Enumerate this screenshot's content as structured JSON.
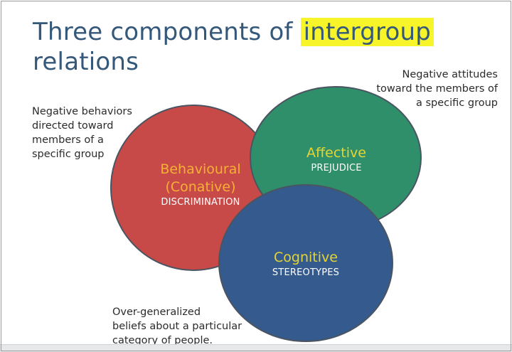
{
  "slide": {
    "title_prefix": "Three components of ",
    "title_highlight": "intergroup",
    "title_suffix": "relations"
  },
  "notes": {
    "behavioral": "Negative behaviors\ndirected toward\nmembers of a\nspecific group",
    "affective": "Negative attitudes\ntoward the members of\na specific group",
    "cognitive": "Over-generalized\nbeliefs about a particular\ncategory of people."
  },
  "circles": {
    "behavioural": {
      "name_line1": "Behavioural",
      "name_line2": "(Conative)",
      "sub": "DISCRIMINATION",
      "color": "#c84a48"
    },
    "affective": {
      "name": "Affective",
      "sub": "PREJUDICE",
      "color": "#2e8f6a"
    },
    "cognitive": {
      "name": "Cognitive",
      "sub": "STEREOTYPES",
      "color": "#345a8e"
    }
  },
  "colors": {
    "title": "#34587a",
    "highlight": "#f7f52a",
    "circle_outline": "#4a5561"
  }
}
